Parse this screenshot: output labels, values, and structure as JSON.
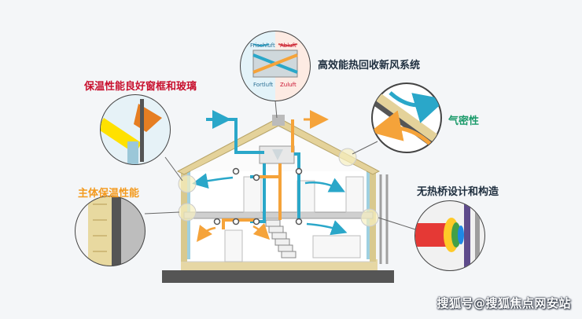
{
  "callouts": [
    {
      "key": "ventilation",
      "text": "高效能热回收新风系统",
      "color": "#1f2f3f"
    },
    {
      "key": "windows",
      "text": "保温性能良好窗框和玻璃",
      "color": "#c8102e"
    },
    {
      "key": "airtight",
      "text": "气密性",
      "color": "#1a9a6a"
    },
    {
      "key": "insulation",
      "text": "主体保温性能",
      "color": "#f39a1e"
    },
    {
      "key": "thermal_bridge",
      "text": "无热桥设计和构造",
      "color": "#1f2f3f"
    }
  ],
  "hrv_unit": {
    "frischluft": "Frischluft",
    "abluft": "Abluft",
    "fortluft": "Fortluft",
    "zuluft": "Zuluft"
  },
  "watermark": "搜狐号@搜狐焦点网安站",
  "colors": {
    "fresh_air": "#2aa7c9",
    "exhaust_air": "#f5a33a",
    "roof": "#e4d29a",
    "wall": "#d9c98e",
    "foundation": "#555555"
  }
}
